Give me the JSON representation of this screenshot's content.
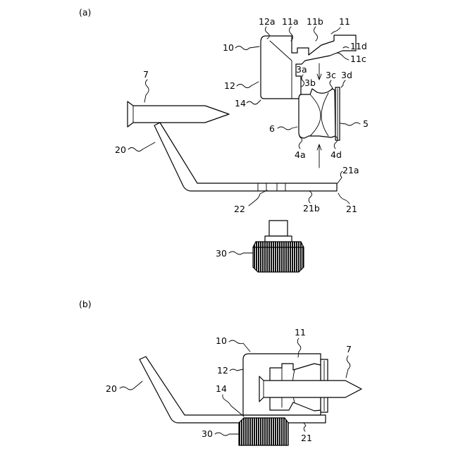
{
  "panel_a": {
    "caption": "(a)",
    "labels": {
      "l11": "11",
      "l11a": "11a",
      "l11b": "11b",
      "l11c": "11c",
      "l11d": "11d",
      "l12a": "12a",
      "l10": "10",
      "l12": "12",
      "l14": "14",
      "l3a": "3a",
      "l3b": "3b",
      "l3c": "3c",
      "l3d": "3d",
      "l7": "7",
      "l6": "6",
      "l5": "5",
      "l4a": "4a",
      "l4d": "4d",
      "l20": "20",
      "l21a": "21a",
      "l22": "22",
      "l21b": "21b",
      "l21": "21",
      "l30": "30"
    }
  },
  "panel_b": {
    "caption": "(b)",
    "labels": {
      "l10": "10",
      "l11": "11",
      "l7": "7",
      "l12": "12",
      "l14": "14",
      "l20": "20",
      "l30": "30",
      "l21": "21"
    }
  }
}
